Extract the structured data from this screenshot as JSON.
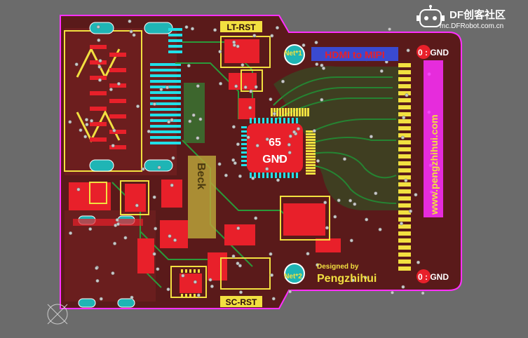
{
  "watermark": {
    "brand": "DF创客社区",
    "url": "mc.DFRobot.com.cn"
  },
  "board": {
    "label_lt_rst": "LT-RST",
    "label_sc_rst": "SC-RST",
    "title": "HDMI to MIPI",
    "center_chip_line1": "65",
    "center_chip_line2": "GND",
    "net_top": "Net*1",
    "net_bottom": "Net*2",
    "gnd_top": "0 : GND",
    "gnd_bottom": "0 : GND",
    "designed_by": "Designed by",
    "designer": "Pengzhihui",
    "side_text": "www.pengzhihui.com",
    "vertical_tag": "Beck"
  },
  "colors": {
    "background": "#6b6b6b",
    "board": "#5a1a1a",
    "copper_red": "#e8202a",
    "trace_green": "#2a9a3a",
    "silk_yellow": "#f2e040",
    "pad_cyan": "#21e0e8",
    "outline_magenta": "#ff30ff",
    "label_blue": "#3a4ad0"
  }
}
